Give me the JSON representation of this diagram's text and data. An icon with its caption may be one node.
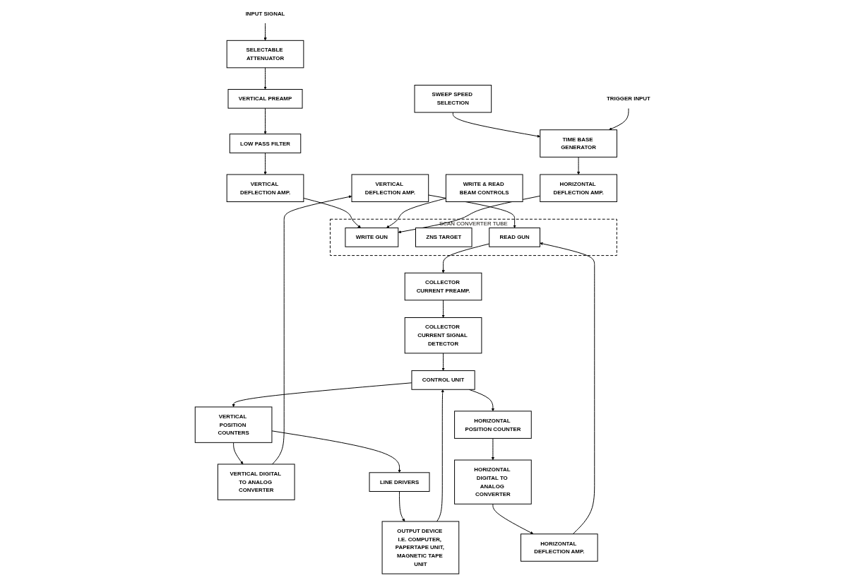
{
  "diagram": {
    "nodes": [
      {
        "text": [
          "INPUT SIGNAL"
        ]
      },
      {
        "text": [
          "SELECTABLE ATTENUATOR"
        ]
      },
      {
        "text": [
          "VERTICAL PREAMP"
        ]
      },
      {
        "text": [
          "LOW PASS FILTER"
        ]
      },
      {
        "text": [
          "VERTICAL DEFLECTION AMP."
        ]
      },
      {
        "text": [
          "VERTICAL DEFLECTION AMP."
        ]
      },
      {
        "text": [
          "VERTICAL DIGITAL TO ANALOG CONVERTER"
        ]
      },
      {
        "text": [
          "LINE DRIVERS"
        ]
      },
      {
        "text": [
          "OUTPUT DEVICE I.E. COMPUTER, PAPERTAPE UNIT, MAGNETIC TAPE UNIT"
        ]
      },
      {
        "text": [
          "VERTICAL POSITION COUNTERS"
        ]
      },
      {
        "text": [
          "WRITE & READ BEAM CONTROLS"
        ]
      },
      {
        "text": [
          "SCAN CONVERTER TUBE"
        ]
      },
      {
        "text": [
          "WRITE GUN"
        ],
        "in": 11
      },
      {
        "text": [
          "ZNS TARGET"
        ],
        "in": 11
      },
      {
        "text": [
          "READ GUN"
        ],
        "in": 11
      },
      {
        "text": [
          "COLLECTOR CURRENT PREAMP."
        ]
      },
      {
        "text": [
          "COLLECTOR CURRENT SIGNAL DETECTOR"
        ]
      },
      {
        "text": [
          "CONTROL UNIT"
        ]
      },
      {
        "text": [
          "HORIZONTAL DEFLECTION AMP."
        ]
      },
      {
        "text": [
          "HORIZONTAL DEFLECTION AMP."
        ]
      },
      {
        "text": [
          "HORIZONTAL DIGITAL TO ANALOG CONVERTER"
        ]
      },
      {
        "text": [
          "HORIZONTAL POSITION COUNTER"
        ]
      },
      {
        "text": [
          "TRIGGER INPUT"
        ]
      },
      {
        "text": [
          "TIME BASE GENERATOR"
        ]
      },
      {
        "text": [
          "SWEEP SPEED SELECTION"
        ]
      }
    ],
    "edges": [
      {
        "from": 0,
        "to": 1,
        "arrow": "to"
      },
      {
        "from": 1,
        "to": 2,
        "arrow": "to"
      },
      {
        "from": 2,
        "to": 3,
        "arrow": "to"
      },
      {
        "from": 3,
        "to": 4,
        "arrow": "to"
      },
      {
        "from": 4,
        "to": 12,
        "arrow": "to"
      },
      {
        "from": 10,
        "to": 12,
        "arrow": "to"
      },
      {
        "from": 18,
        "to": 12,
        "arrow": "to"
      },
      {
        "from": 23,
        "to": 18,
        "arrow": "to"
      },
      {
        "from": 24,
        "to": 23,
        "arrow": "to"
      },
      {
        "from": 22,
        "to": 23,
        "arrow": "to"
      },
      {
        "from": 5,
        "to": 14,
        "arrow": "to"
      },
      {
        "from": 19,
        "to": 14,
        "arrow": "to"
      },
      {
        "from": 14,
        "to": 15,
        "arrow": "to"
      },
      {
        "from": 15,
        "to": 16,
        "arrow": "to"
      },
      {
        "from": 16,
        "to": 17,
        "arrow": "to"
      },
      {
        "from": 17,
        "to": 9,
        "arrow": "to"
      },
      {
        "from": 17,
        "to": 21,
        "arrow": "to"
      },
      {
        "from": 9,
        "to": 6,
        "arrow": "to"
      },
      {
        "from": 6,
        "to": 5,
        "arrow": "to"
      },
      {
        "from": 9,
        "to": 7,
        "arrow": "to"
      },
      {
        "from": 7,
        "to": 8,
        "arrow": "to"
      },
      {
        "from": 8,
        "to": 17,
        "arrow": "to"
      },
      {
        "from": 21,
        "to": 20,
        "arrow": "to"
      },
      {
        "from": 20,
        "to": 19,
        "arrow": "to"
      }
    ]
  }
}
